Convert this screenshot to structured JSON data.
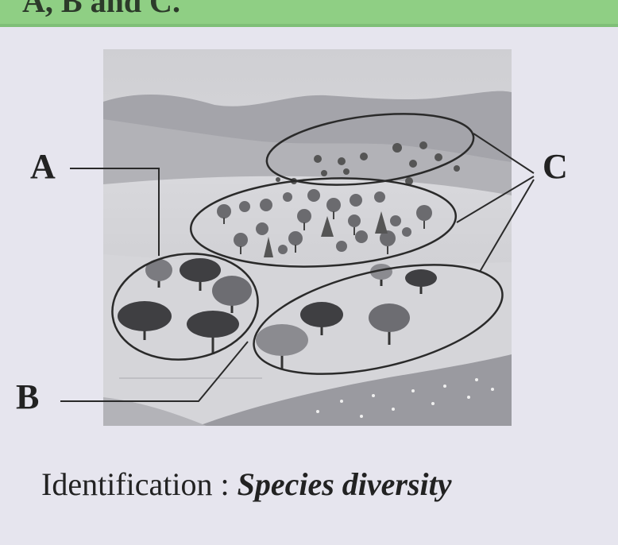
{
  "header": {
    "cut_heading": "A, B and C."
  },
  "labels": {
    "a": "A",
    "b": "B",
    "c": "C"
  },
  "caption": {
    "prefix": "Identification : ",
    "term": "Species diversity"
  },
  "colors": {
    "top_band": "#8fcf84",
    "background": "#e6e5ee",
    "ink": "#222222"
  }
}
